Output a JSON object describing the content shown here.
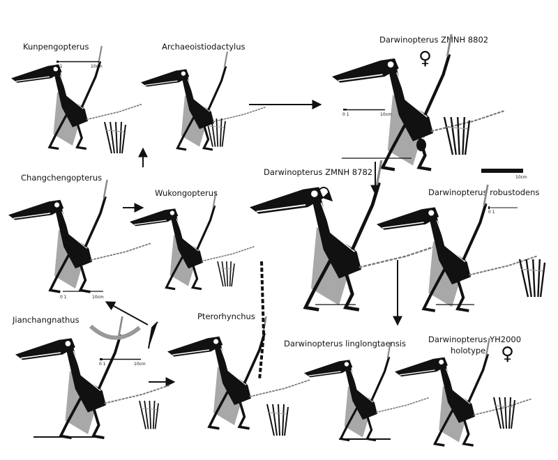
{
  "taxa": {
    "kunpengopterus": "Kunpengopterus",
    "archaeoistiodactylus": "Archaeoistiodactylus",
    "zmnh8802": "Darwinopterus  ZMNH 8802",
    "changchengopterus": "Changchengopterus",
    "wukongopterus": "Wukongopterus",
    "zmnh8782": "Darwinopterus ZMNH 8782",
    "robustodens": "Darwinopterus robustodens",
    "jianchangnathus": "Jianchangnathus",
    "pterorhynchus": "Pterorhynchus",
    "linglongtaensis": "Darwinopterus linglongtaensis",
    "yh2000_line1": "Darwinopterus YH2000",
    "yh2000_line2": "holotype"
  },
  "symbols": {
    "female": "♀"
  },
  "scale": {
    "zero_one": "0 1",
    "ten_cm": "10cm",
    "egg": "egg"
  },
  "colors": {
    "bone": "#111111",
    "soft_tissue": "#a8a8a8",
    "outline": "#555555"
  }
}
